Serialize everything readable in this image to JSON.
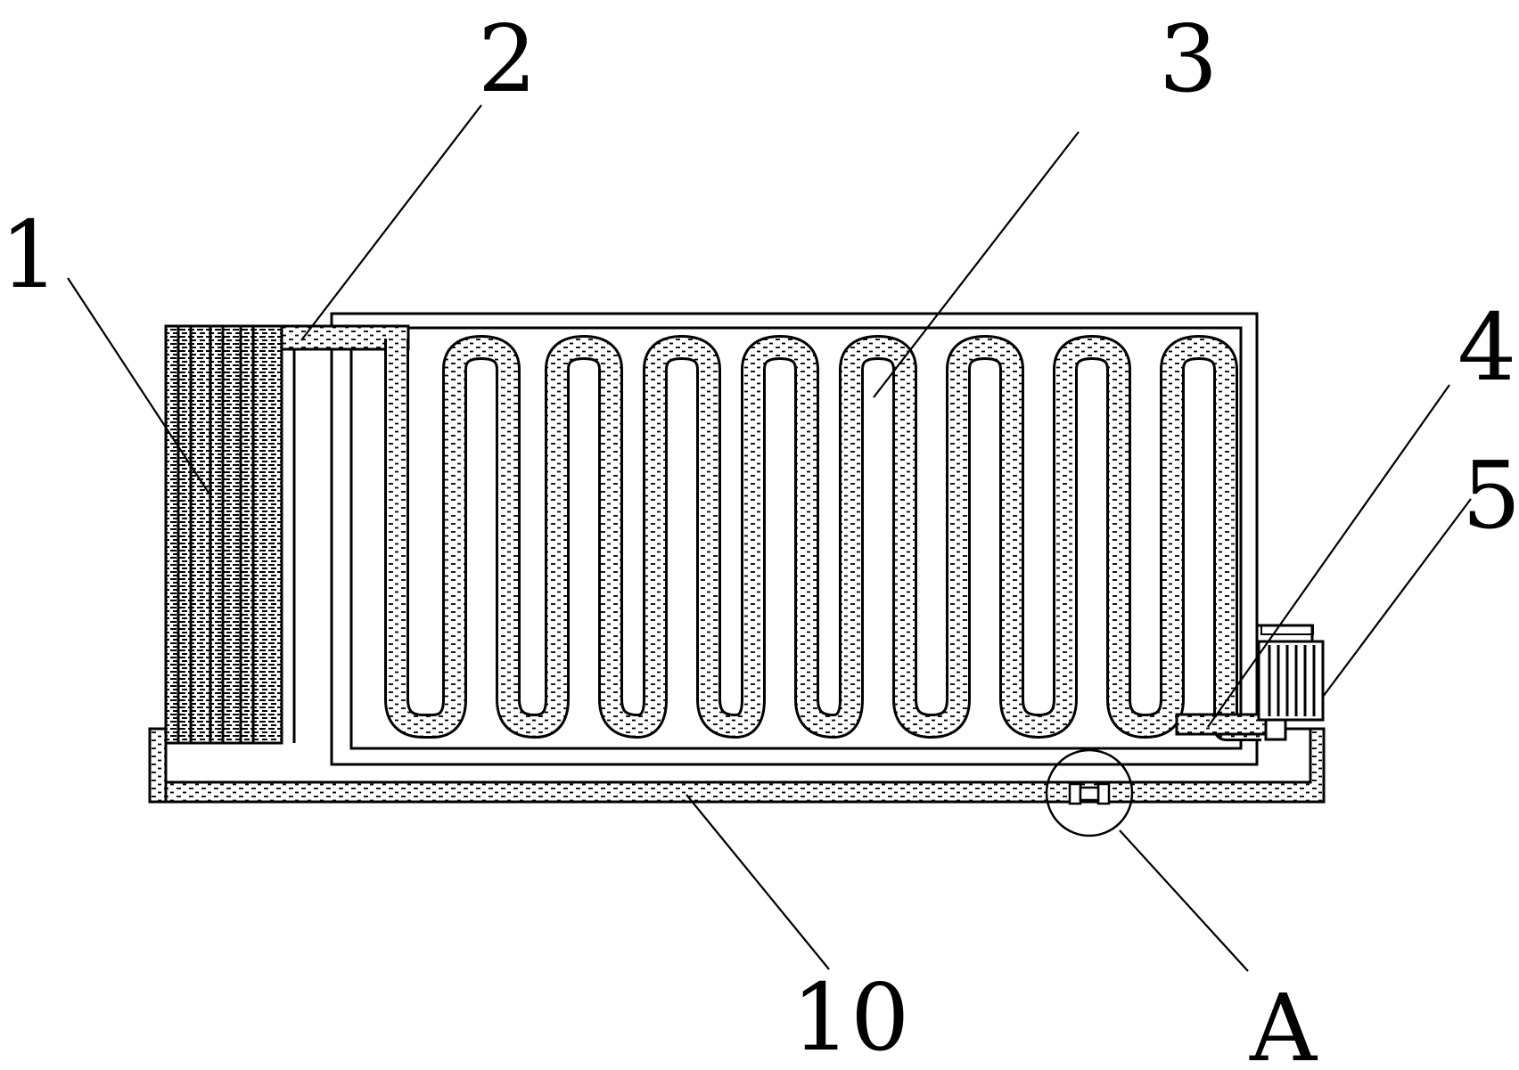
{
  "figure": {
    "labels": {
      "l1": "1",
      "l2": "2",
      "l3": "3",
      "l4": "4",
      "l5": "5",
      "l10": "10",
      "lA": "A"
    }
  },
  "colors": {
    "ink": "#000000",
    "paper": "#ffffff"
  }
}
